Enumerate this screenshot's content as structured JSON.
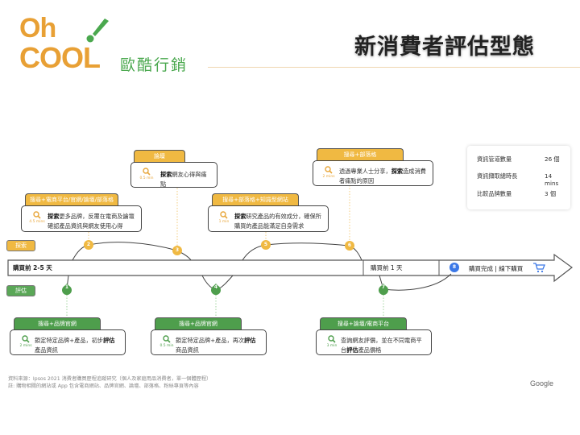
{
  "header": {
    "logo_line1": "Oh",
    "logo_line2": "COOL",
    "brand_cn": "歐酷行銷",
    "title": "新消費者評估型態",
    "brand_colors": {
      "orange": "#e8a035",
      "green": "#4aa84e"
    }
  },
  "legend": {
    "explore": "探索",
    "evaluate": "評估",
    "explore_color": "#f0b942",
    "evaluate_color": "#5aa757"
  },
  "timeline": {
    "segments": [
      {
        "label": "購買前 2-5 天"
      },
      {
        "label": "購買前 1 天"
      },
      {
        "label": "購買完成 | 線下購買"
      }
    ],
    "nodes": [
      {
        "num": "1",
        "type": "evaluate"
      },
      {
        "num": "2",
        "type": "explore"
      },
      {
        "num": "3",
        "type": "explore"
      },
      {
        "num": "4",
        "type": "evaluate"
      },
      {
        "num": "5",
        "type": "explore"
      },
      {
        "num": "6",
        "type": "explore"
      },
      {
        "num": "7",
        "type": "evaluate"
      },
      {
        "num": "8",
        "type": "purchase"
      }
    ],
    "purchase_color": "#3b78e7"
  },
  "cards": {
    "c1": {
      "tab": "搜尋+品牌官網",
      "time": "2 mins",
      "pre": "鎖定特定品牌+產品，初步",
      "bold": "評估",
      "post": "產品資訊"
    },
    "c2": {
      "tab": "搜尋+電商平台/官網/論壇/部落格",
      "time": "4.5 mins",
      "bold": "探索",
      "post": "更多品牌，反覆在電商及論壇確認產品資訊與網友使用心得"
    },
    "c3": {
      "tab": "論壇",
      "time": "0.5 min",
      "bold": "探索",
      "post": "網友心得與痛點"
    },
    "c4": {
      "tab": "搜尋+品牌官網",
      "time": "0.5 min",
      "pre": "鎖定特定品牌+產品，再次",
      "bold": "評估",
      "post": "商品資訊"
    },
    "c5": {
      "tab": "搜尋+部落格+知識型網站",
      "time": "1 min",
      "bold": "探索",
      "post": "研究產品的有效成分，確保所購買的產品能滿足自身需求"
    },
    "c6": {
      "tab": "搜尋+部落格",
      "time": "2 mins",
      "pre": "透過專業人士分享，",
      "bold": "探索",
      "post": "造成消費者痛點的原因"
    },
    "c7": {
      "tab": "搜尋+論壇/電商平台",
      "time": "3 min",
      "pre": "查詢網友評價，並在不同電商平台",
      "bold": "評估",
      "post": "產品價格"
    }
  },
  "stats": [
    {
      "label": "資訊管道數量",
      "value": "26 個"
    },
    {
      "label": "資訊擷取總時長",
      "value": "14 mins"
    },
    {
      "label": "比較品牌數量",
      "value": "3 個"
    }
  ],
  "footer": {
    "source": "資料來源：Ipsos 2021 消費者購買歷程追蹤研究（個人及家庭用品消費者，單一個體歷程）",
    "note": "註: 購物相關的網站或 App 包含電商網站、品牌官網、論壇、部落格、粉絲專頁等內容",
    "brand": "Google"
  }
}
